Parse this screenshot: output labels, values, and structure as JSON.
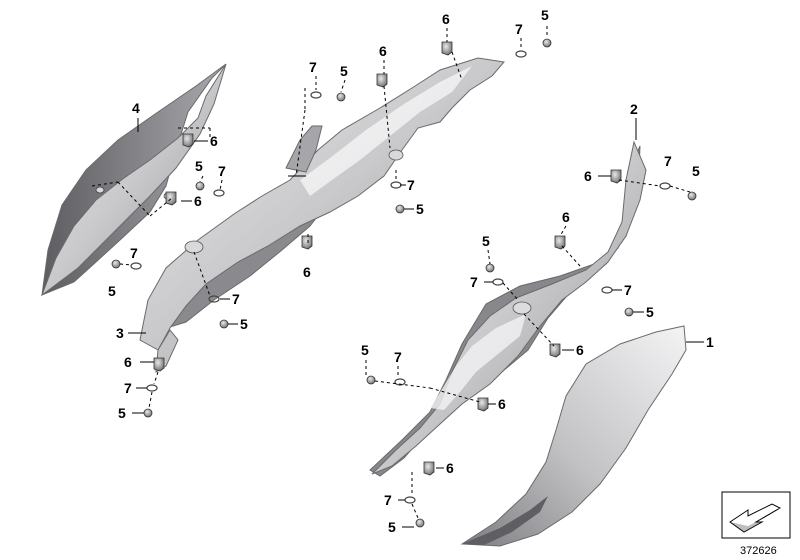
{
  "callouts": {
    "c1": "1",
    "c2": "2",
    "c3": "3",
    "c4": "4",
    "c5": "5",
    "c6": "6",
    "c7": "7"
  },
  "reference_number": "372626",
  "colors": {
    "panel_light": "#e2e2e4",
    "panel_mid": "#b5b5b8",
    "panel_dark": "#6f6f73",
    "hardware": "#9a9a9c",
    "line": "#000000"
  },
  "icons": [
    "orientation-arrow-icon"
  ]
}
